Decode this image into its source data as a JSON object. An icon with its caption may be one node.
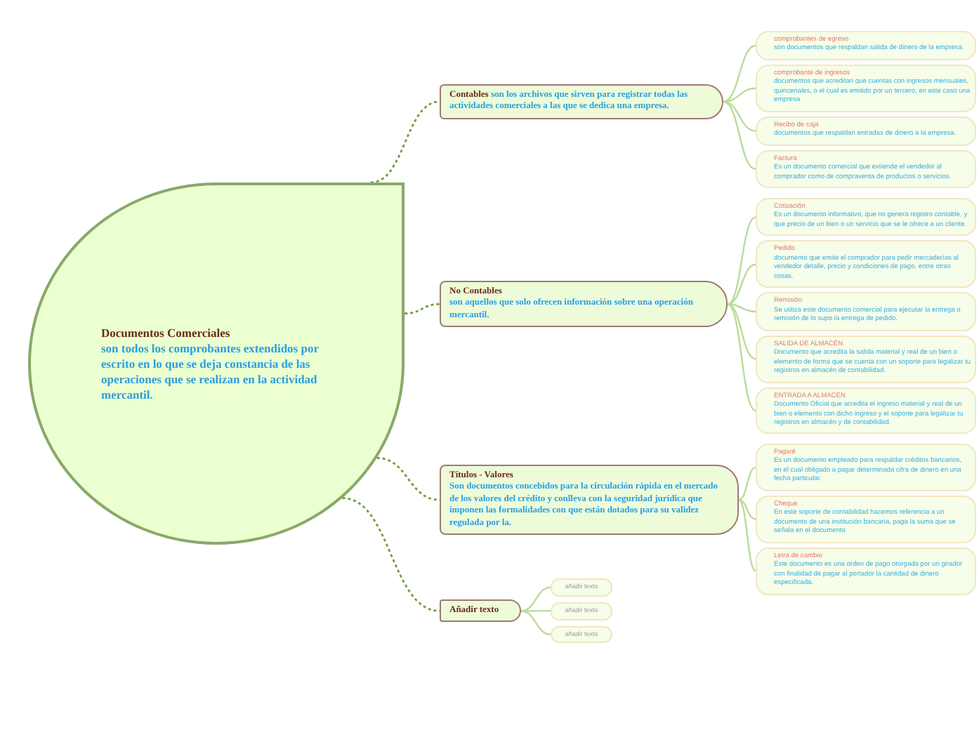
{
  "diagram": {
    "nodes": [
      {
        "text": [
          "Documentos Comerciales",
          "son todos los comprobantes extendidos por escrito en lo que se deja constancia de las operaciones que se realizan en la actividad mercantil."
        ]
      },
      {
        "text": [
          "Contables",
          "son los archivos que sirven para registrar todas las actividades comerciales a las que se dedica una empresa."
        ]
      },
      {
        "text": [
          "comprobantes de egreso",
          "son documentos que respaldan salida de dinero de la empresa."
        ]
      },
      {
        "text": [
          "comprobante de ingresos",
          "documentos que acreditan que cuentas con ingresos mensuales, quincenales, o el cual es emitido por un tercero, en este caso una empresa"
        ]
      },
      {
        "text": [
          "Recibo de caja",
          "documentos que respaldan entradas de dinero a la empresa."
        ]
      },
      {
        "text": [
          "Factura",
          "Es un documento comercial que extiende el vendedor al comprador como de compraventa de productos o servicios."
        ]
      },
      {
        "text": [
          "No Contables",
          "son aquellos que solo ofrecen información sobre una operación mercantil."
        ]
      },
      {
        "text": [
          "Cotización",
          "Es un documento informativo, que no genera registro contable, y que precio de un bien o un servicio que se le ofrece a un cliente."
        ]
      },
      {
        "text": [
          "Pedido",
          "documento que emite el comprador para pedir mercaderías al vendedor detalle, precio y condiciones de pago, entre otras cosas."
        ]
      },
      {
        "text": [
          "Remisión",
          "Se utiliza este documento comercial para ejecutar la entrega o remisión de lo supo la entrega de pedido."
        ]
      },
      {
        "text": [
          "SALIDA DE ALMACÉN",
          "Documento que acredita la salida material y real de un bien o elemento de forma que se cuenta con un soporte para legalizar tu registros en almacén de contabilidad."
        ]
      },
      {
        "text": [
          "ENTRADA A ALMACÉN",
          "Documento Oficial que acredita el ingreso material y real de un bien o elemento con dicho ingreso y el soporte para legalizar tu registros en almacén y de contabilidad."
        ]
      },
      {
        "text": [
          "Títulos - Valores",
          "Son documentos concebidos para la circulación rápida en el mercado de los valores del crédito y conlleva con la seguridad jurídica que imponen las formalidades con que están dotados para su validez regulada por la."
        ]
      },
      {
        "text": [
          "Pagaré",
          "Es un documento empleado para respaldar créditos bancarios, en el cual obligado a pagar determinada cifra de dinero en una fecha particular."
        ]
      },
      {
        "text": [
          "Cheque",
          "En este soporte de contabilidad hacemos referencia a un documento de una institución bancaria, paga la suma que se señala en el documento"
        ]
      },
      {
        "text": [
          "Letra de cambio",
          "Este documento es una orden de pago otorgada por un girador con finalidad de pagar al portador la cantidad de dinero especificada."
        ]
      },
      {
        "text": [
          "Añadir texto"
        ]
      },
      {
        "text": [
          "añadir texto"
        ]
      },
      {
        "text": [
          "añadir texto"
        ]
      },
      {
        "text": [
          "añadir texto"
        ]
      }
    ],
    "edges": [
      {
        "from": 0,
        "to": 1,
        "arrow": "none",
        "style": "dashed",
        "color": "#6e9e3c"
      },
      {
        "from": 0,
        "to": 6,
        "arrow": "none",
        "style": "dashed",
        "color": "#6e9e3c"
      },
      {
        "from": 0,
        "to": 12,
        "arrow": "none",
        "style": "dashed",
        "color": "#6e9e3c"
      },
      {
        "from": 0,
        "to": 16,
        "arrow": "none",
        "style": "dashed",
        "color": "#6e9e3c"
      },
      {
        "from": 1,
        "to": 2,
        "arrow": "none"
      },
      {
        "from": 1,
        "to": 3,
        "arrow": "none"
      },
      {
        "from": 1,
        "to": 4,
        "arrow": "none"
      },
      {
        "from": 1,
        "to": 5,
        "arrow": "none"
      },
      {
        "from": 6,
        "to": 7,
        "arrow": "none"
      },
      {
        "from": 6,
        "to": 8,
        "arrow": "none"
      },
      {
        "from": 6,
        "to": 9,
        "arrow": "none"
      },
      {
        "from": 6,
        "to": 10,
        "arrow": "none"
      },
      {
        "from": 6,
        "to": 11,
        "arrow": "none"
      },
      {
        "from": 12,
        "to": 13,
        "arrow": "none"
      },
      {
        "from": 12,
        "to": 14,
        "arrow": "none"
      },
      {
        "from": 12,
        "to": 15,
        "arrow": "none"
      },
      {
        "from": 16,
        "to": 17,
        "arrow": "none"
      },
      {
        "from": 16,
        "to": 18,
        "arrow": "none"
      },
      {
        "from": 16,
        "to": 19,
        "arrow": "none"
      }
    ]
  }
}
